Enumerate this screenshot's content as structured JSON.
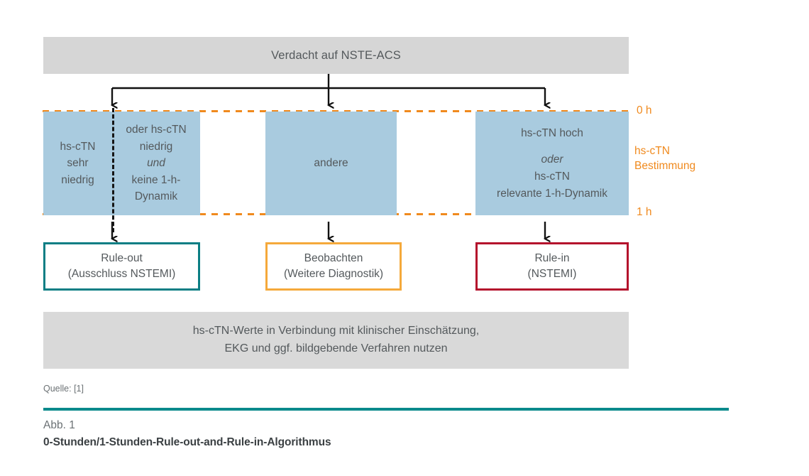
{
  "figure": {
    "top_box": {
      "label": "Verdacht auf NSTE-ACS"
    },
    "timeline": {
      "start_label": "0 h",
      "end_label": "1 h",
      "measurement_line1": "hs-cTN",
      "measurement_line2": "Bestimmung",
      "accent_color": "#f08a1e"
    },
    "decision_boxes": [
      {
        "name": "very-low",
        "lines": [
          "hs-cTN",
          "sehr",
          "niedrig"
        ]
      },
      {
        "name": "low-no-dynamic",
        "lines": [
          "oder hs-cTN",
          "niedrig"
        ],
        "italic_line": "und",
        "lines_after": [
          "keine 1-h-",
          "Dynamik"
        ]
      },
      {
        "name": "other",
        "lines": [
          "andere"
        ]
      },
      {
        "name": "high-or-dynamic",
        "lines": [
          "hs-cTN hoch"
        ],
        "italic_line": "oder",
        "lines_after": [
          "hs-cTN",
          "relevante 1-h-Dynamik"
        ]
      }
    ],
    "outcome_boxes": [
      {
        "name": "rule-out",
        "line1": "Rule-out",
        "line2": "(Ausschluss NSTEMI)",
        "border_color": "#0b7e84"
      },
      {
        "name": "observe",
        "line1": "Beobachten",
        "line2": "(Weitere Diagnostik)",
        "border_color": "#f5a93b"
      },
      {
        "name": "rule-in",
        "line1": "Rule-in",
        "line2": "(NSTEMI)",
        "border_color": "#b4112c"
      }
    ],
    "note_box": {
      "line1": "hs-cTN-Werte in Verbindung mit klinischer Einschätzung,",
      "line2": "EKG und ggf. bildgebende Verfahren nutzen"
    },
    "footer": {
      "source": "Quelle: [1]",
      "figure_number": "Abb. 1",
      "figure_title": "0-Stunden/1-Stunden-Rule-out-and-Rule-in-Algorithmus",
      "rule_color": "#0b8a8c"
    },
    "colors": {
      "box_blue": "#a9cbdf",
      "box_grey": "#d6d6d6",
      "text_grey": "#54595c",
      "arrow_black": "#000000"
    }
  }
}
